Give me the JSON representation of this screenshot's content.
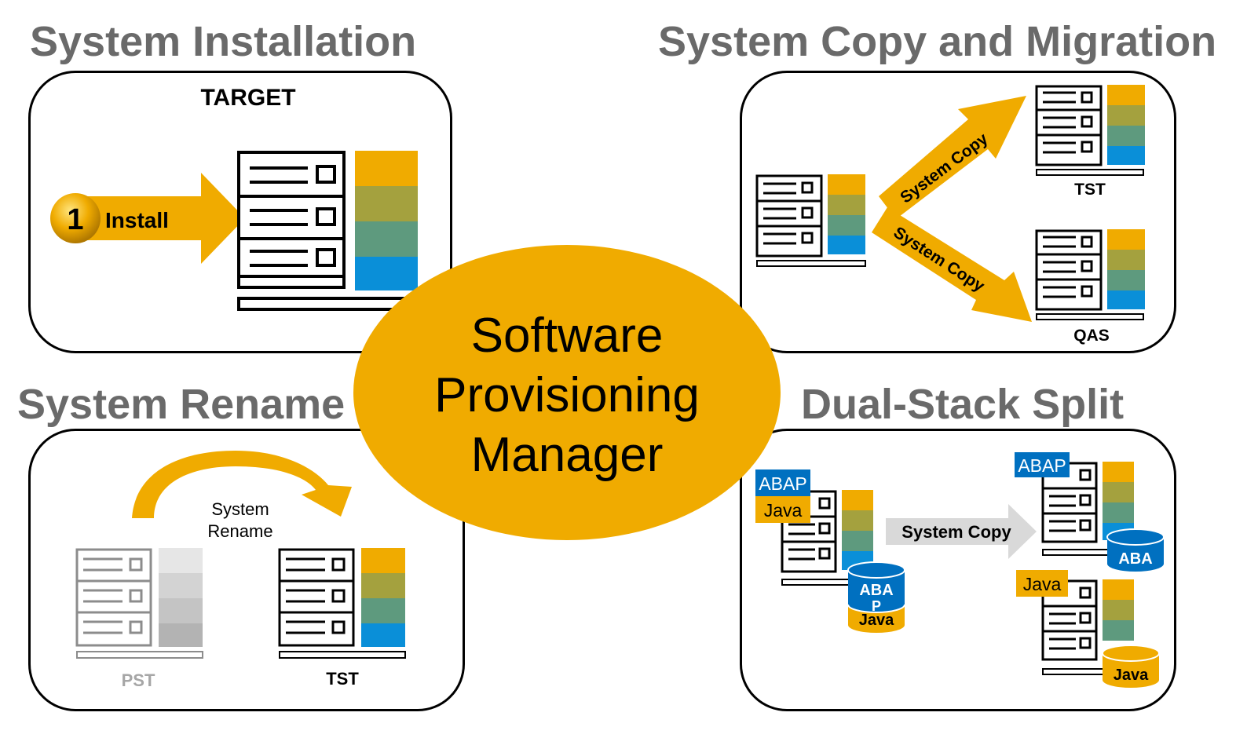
{
  "titles": {
    "installation": "System Installation",
    "copy_migration": "System Copy and Migration",
    "rename": "System Rename",
    "dual_stack": "Dual-Stack Split"
  },
  "center": {
    "line1": "Software",
    "line2": "Provisioning",
    "line3": "Manager"
  },
  "installation": {
    "target_label": "TARGET",
    "step_number": "1",
    "arrow_label": "Install"
  },
  "copy_migration": {
    "arrow_top": "System Copy",
    "arrow_bottom": "System Copy",
    "server_top": "TST",
    "server_bottom": "QAS"
  },
  "rename": {
    "arrow_line1": "System",
    "arrow_line2": "Rename",
    "source": "PST",
    "target": "TST"
  },
  "dual_stack": {
    "src_tag_abap": "ABAP",
    "src_tag_java": "Java",
    "src_db_top_a": "ABA",
    "src_db_top_b": "P",
    "src_db_bottom": "Java",
    "arrow_label": "System Copy",
    "tgt_abap_tag": "ABAP",
    "tgt_abap_db": "ABA",
    "tgt_java_tag": "Java",
    "tgt_java_db": "Java"
  },
  "colors": {
    "orange": "#F0AB00",
    "olive": "#A4A13E",
    "teal": "#5E9A7E",
    "blue": "#0A8FD8",
    "db_blue": "#0070C0",
    "title_gray": "#6a6a6a",
    "gray_arrow": "#D9D9D9"
  }
}
